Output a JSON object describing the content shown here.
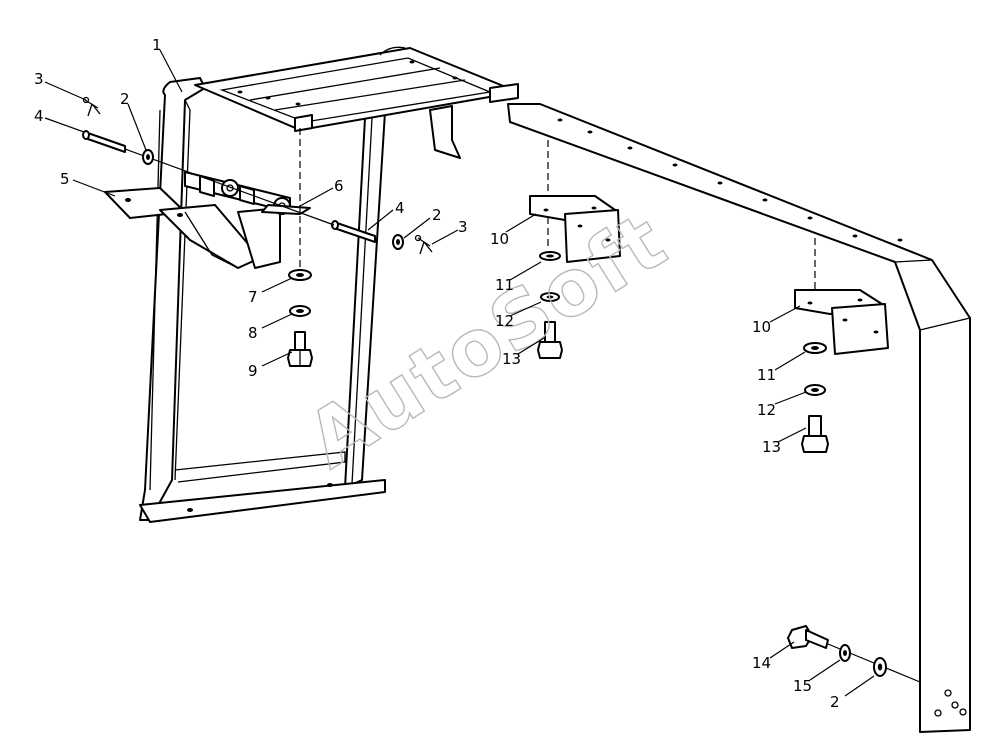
{
  "watermark": "AutoSoft",
  "callouts": [
    {
      "label": "1"
    },
    {
      "label": "2"
    },
    {
      "label": "3"
    },
    {
      "label": "4"
    },
    {
      "label": "5"
    },
    {
      "label": "6"
    },
    {
      "label": "4"
    },
    {
      "label": "2"
    },
    {
      "label": "3"
    },
    {
      "label": "7"
    },
    {
      "label": "8"
    },
    {
      "label": "9"
    },
    {
      "label": "10"
    },
    {
      "label": "11"
    },
    {
      "label": "12"
    },
    {
      "label": "13"
    },
    {
      "label": "10"
    },
    {
      "label": "11"
    },
    {
      "label": "12"
    },
    {
      "label": "13"
    },
    {
      "label": "14"
    },
    {
      "label": "15"
    },
    {
      "label": "2"
    }
  ]
}
